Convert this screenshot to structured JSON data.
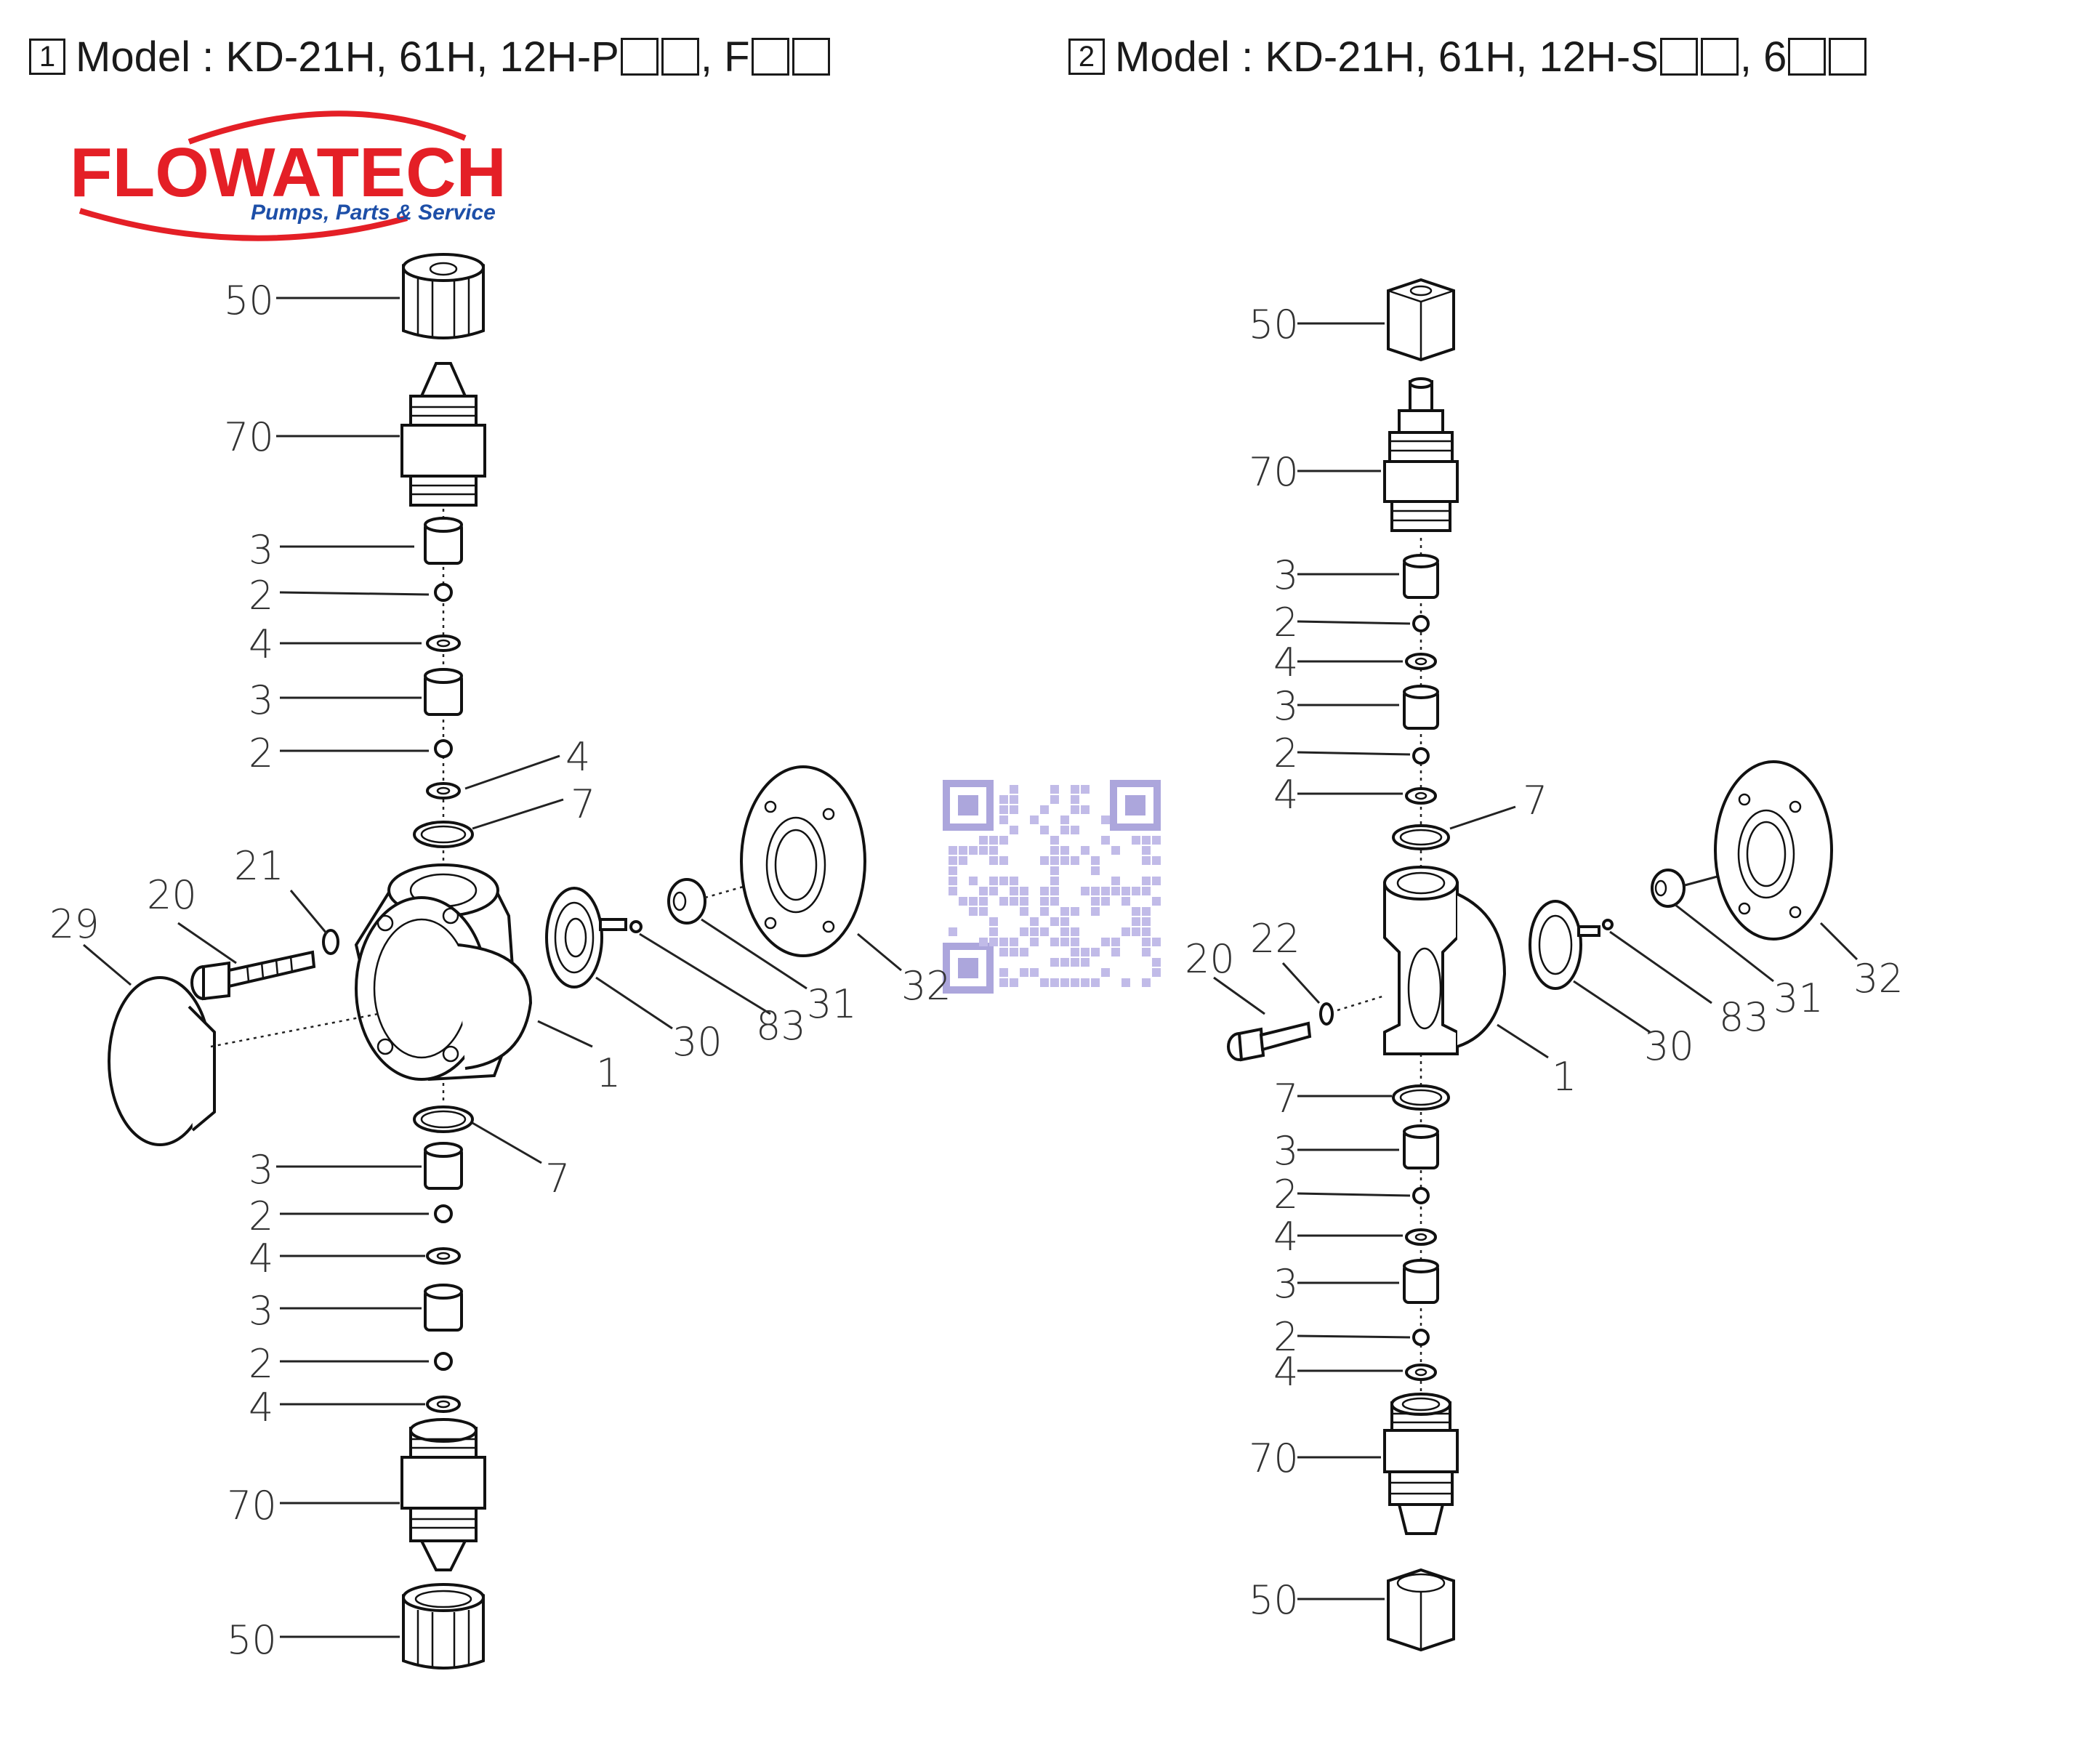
{
  "headers": [
    {
      "num": "1",
      "text": "Model : KD-21H, 61H, 12H-P",
      "mid": ", F"
    },
    {
      "num": "2",
      "text": "Model : KD-21H, 61H, 12H-S",
      "mid": ", 6"
    }
  ],
  "logo": {
    "brand": "FLOWATECH",
    "tagline": "Pumps, Parts & Service",
    "color": "#e41f26",
    "tagline_color": "#1d4fa8"
  },
  "left_labels": [
    "50",
    "70",
    "3",
    "2",
    "4",
    "3",
    "2",
    "4",
    "7",
    "21",
    "20",
    "29",
    "30",
    "83",
    "31",
    "32",
    "1",
    "7",
    "3",
    "2",
    "4",
    "3",
    "2",
    "4",
    "70",
    "50"
  ],
  "right_labels": [
    "50",
    "70",
    "3",
    "2",
    "4",
    "3",
    "2",
    "4",
    "7",
    "22",
    "20",
    "30",
    "83",
    "31",
    "32",
    "1",
    "7",
    "3",
    "2",
    "4",
    "3",
    "2",
    "4",
    "70",
    "50"
  ]
}
